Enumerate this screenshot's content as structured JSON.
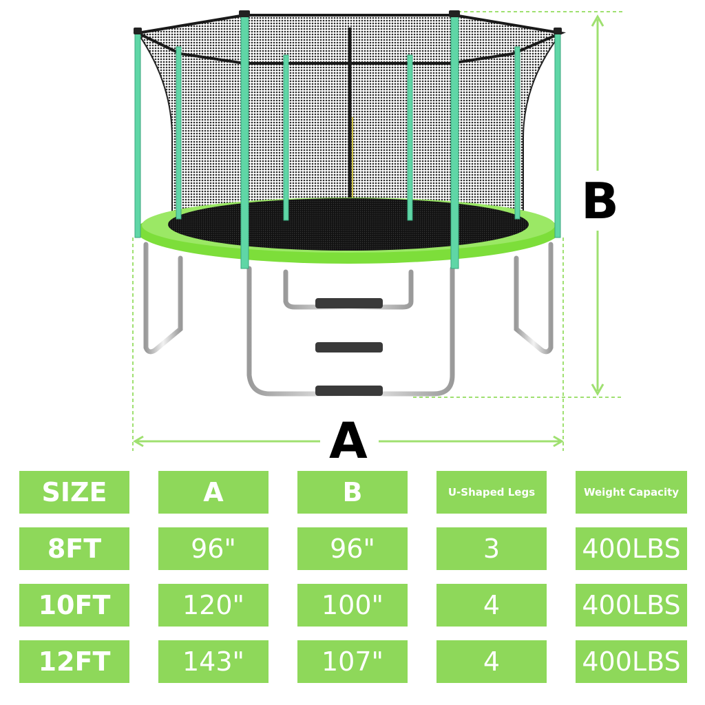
{
  "colors": {
    "accent_green": "#8ed85a",
    "frame_green": "#7dde3a",
    "pole_mint": "#5fd6a6",
    "net": "#2a2a2a",
    "mat": "#1a1a1a",
    "steel": "#c8c8c8",
    "dimension_line": "#9fe070"
  },
  "figure": {
    "subject": "trampoline-with-enclosure-net-and-ladder",
    "dimension_b_label": "B",
    "dimension_a_label": "A"
  },
  "table": {
    "headers": [
      "SIZE",
      "A",
      "B",
      "U-Shaped Legs",
      "Weight Capacity"
    ],
    "rows": [
      [
        "8FT",
        "96\"",
        "96\"",
        "3",
        "400LBS"
      ],
      [
        "10FT",
        "120\"",
        "100\"",
        "4",
        "400LBS"
      ],
      [
        "12FT",
        "143\"",
        "107\"",
        "4",
        "400LBS"
      ]
    ]
  }
}
